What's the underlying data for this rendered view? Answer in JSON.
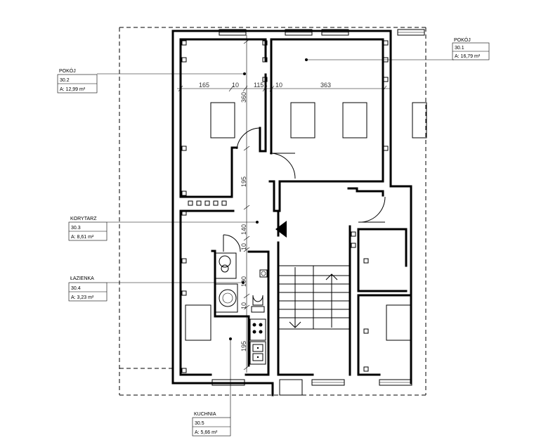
{
  "rooms": [
    {
      "key": "pokoj2",
      "name": "POKÓJ",
      "number": "30.2",
      "area": "A: 12,99 m²"
    },
    {
      "key": "pokoj1",
      "name": "POKÓJ",
      "number": "30.1",
      "area": "A: 16,79 m²"
    },
    {
      "key": "korytarz",
      "name": "KORYTARZ",
      "number": "30.3",
      "area": "A: 8,61 m²"
    },
    {
      "key": "lazienka",
      "name": "ŁAZIENKA",
      "number": "30.4",
      "area": "A: 3,23 m²"
    },
    {
      "key": "kuchnia",
      "name": "KUCHNIA",
      "number": "30.5",
      "area": "A: 5,66 m²"
    }
  ],
  "dimensions": {
    "horizontal": [
      "165",
      "10",
      "115",
      "10",
      "363"
    ],
    "vertical": [
      "360",
      "195",
      "140",
      "10",
      "190",
      "10",
      "195"
    ]
  }
}
